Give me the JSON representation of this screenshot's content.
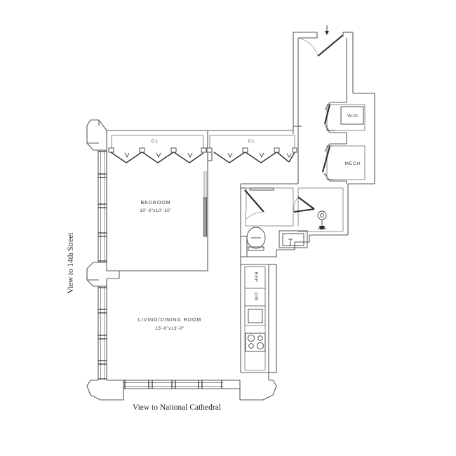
{
  "plan": {
    "type": "residential-floor-plan",
    "background_color": "#ffffff",
    "line_color": "#555a5e",
    "rooms": [
      {
        "id": "bedroom",
        "label": "BEDROOM",
        "dimensions": "10'-3\"x10'-10\""
      },
      {
        "id": "living-dining",
        "label": "LIVING/DINING ROOM",
        "dimensions": "15'-0\"x13'-0\""
      }
    ],
    "closets": [
      {
        "id": "closet-left",
        "label": "CL"
      },
      {
        "id": "closet-right",
        "label": "CL"
      }
    ],
    "utility_rooms": [
      {
        "id": "washer-dryer",
        "label": "W/D"
      },
      {
        "id": "mechanical",
        "label": "MECH"
      }
    ],
    "kitchen_appliances": [
      {
        "id": "refrigerator",
        "label": "REF"
      },
      {
        "id": "dishwasher",
        "label": "DW"
      },
      {
        "id": "sink",
        "label": ""
      },
      {
        "id": "range",
        "label": ""
      }
    ],
    "bathroom_fixtures": [
      {
        "id": "toilet",
        "label": ""
      },
      {
        "id": "vanity",
        "label": ""
      },
      {
        "id": "shower",
        "label": ""
      }
    ],
    "view_captions": {
      "left": "View to 14th Street",
      "bottom": "View to National Cathedral"
    },
    "entry": {
      "marker": "entry-arrow",
      "direction": "down"
    }
  }
}
